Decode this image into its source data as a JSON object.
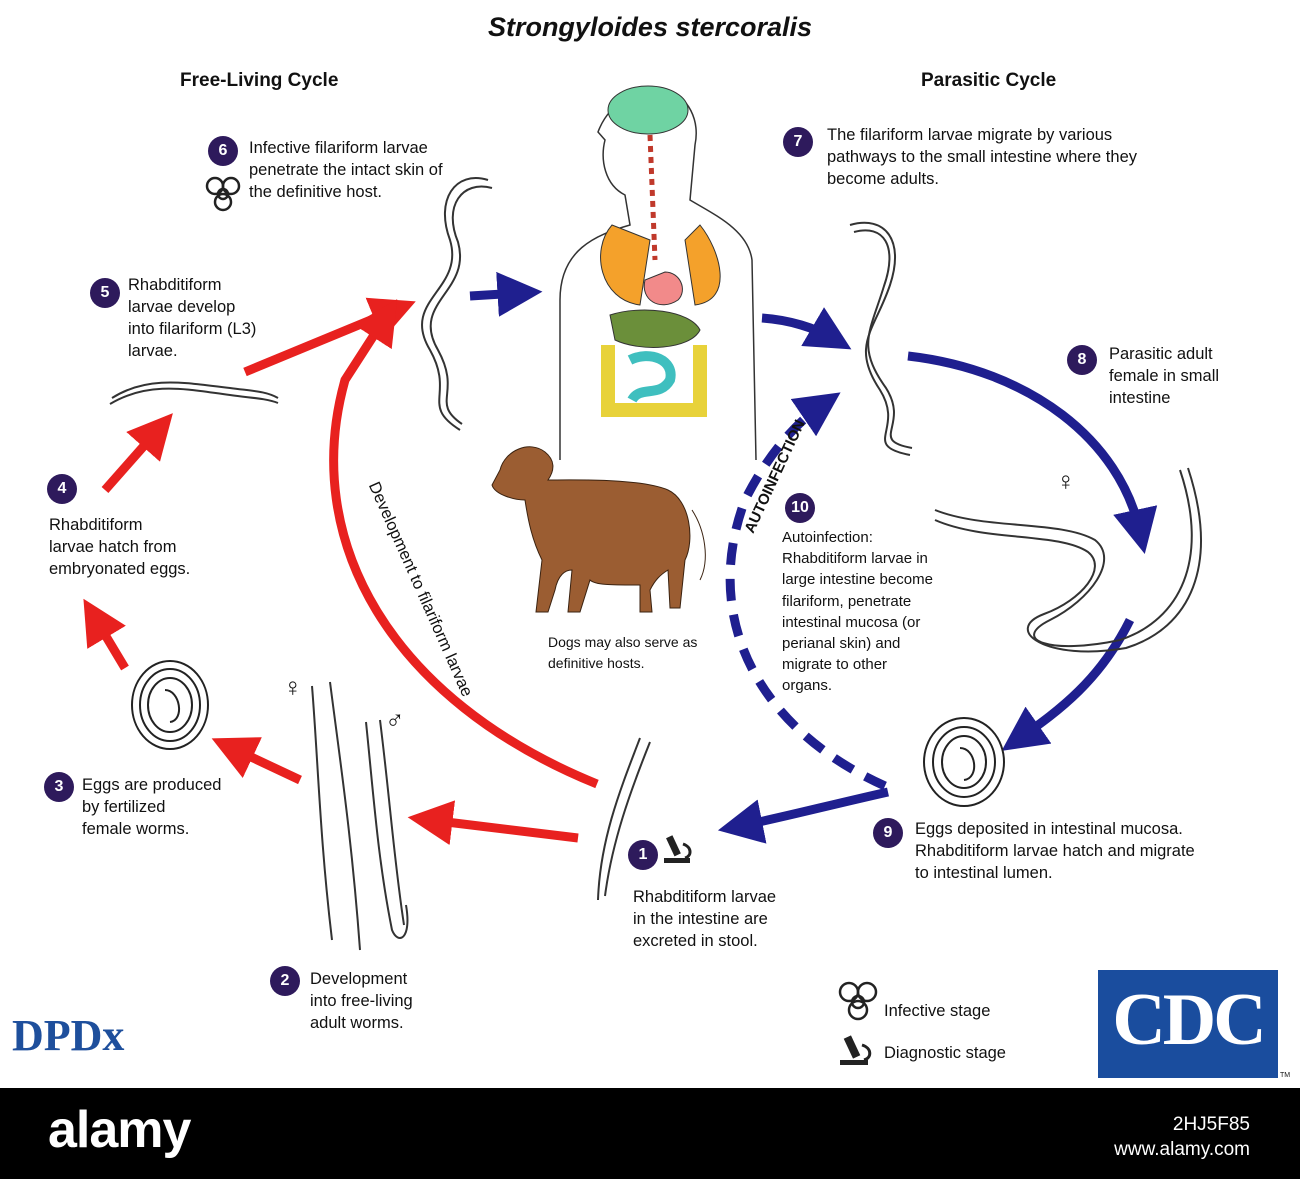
{
  "title": "Strongyloides stercoralis",
  "free_living_cycle": "Free-Living Cycle",
  "parasitic_cycle": "Parasitic Cycle",
  "steps": [
    {
      "num": "1",
      "lines": [
        "Rhabditiform larvae",
        "in the intestine are",
        "excreted in stool."
      ]
    },
    {
      "num": "2",
      "lines": [
        "Development",
        "into free-living",
        "adult worms."
      ]
    },
    {
      "num": "3",
      "lines": [
        "Eggs are produced",
        "by fertilized",
        "female worms."
      ]
    },
    {
      "num": "4",
      "lines": [
        "Rhabditiform",
        "larvae hatch from",
        "embryonated eggs."
      ]
    },
    {
      "num": "5",
      "lines": [
        "Rhabditiform",
        "larvae develop",
        "into filariform (L3)",
        "larvae."
      ]
    },
    {
      "num": "6",
      "lines": [
        "Infective filariform larvae",
        "penetrate the intact skin of",
        "the definitive host."
      ]
    },
    {
      "num": "7",
      "lines": [
        "The filariform larvae migrate by various",
        "pathways to the small intestine where they",
        "become adults."
      ]
    },
    {
      "num": "8",
      "lines": [
        "Parasitic adult",
        "female in small",
        "intestine"
      ]
    },
    {
      "num": "9",
      "lines": [
        "Eggs deposited in intestinal mucosa.",
        "Rhabditiform larvae hatch and migrate",
        "to intestinal lumen."
      ]
    },
    {
      "num": "10",
      "lines": [
        "Autoinfection:",
        "Rhabditiform larvae in",
        "large intestine become",
        "filariform, penetrate",
        "intestinal mucosa (or",
        "perianal skin) and",
        "migrate to other",
        "organs."
      ]
    }
  ],
  "development_label": "Development to filariform larvae",
  "autoinfection_label": "AUTOINFECTION",
  "dog_caption": [
    "Dogs may also serve as",
    "definitive hosts."
  ],
  "female_symbol": "♀",
  "male_symbol": "♂",
  "legend": {
    "infective": "Infective stage",
    "diagnostic": "Diagnostic stage",
    "infective_icon": "biohazard-icon",
    "diagnostic_icon": "microscope-icon"
  },
  "logos": {
    "dpdx": "DPDx",
    "cdc": "CDC",
    "trademark": "TM"
  },
  "watermark": {
    "brand": "alamy",
    "image_id": "2HJ5F85",
    "site": "www.alamy.com"
  },
  "colors": {
    "free_living_arrow": "#e8211f",
    "parasitic_arrow": "#1f1f8f",
    "step_badge": "#2e1a5c",
    "cdc_blue": "#1a4d9e"
  }
}
